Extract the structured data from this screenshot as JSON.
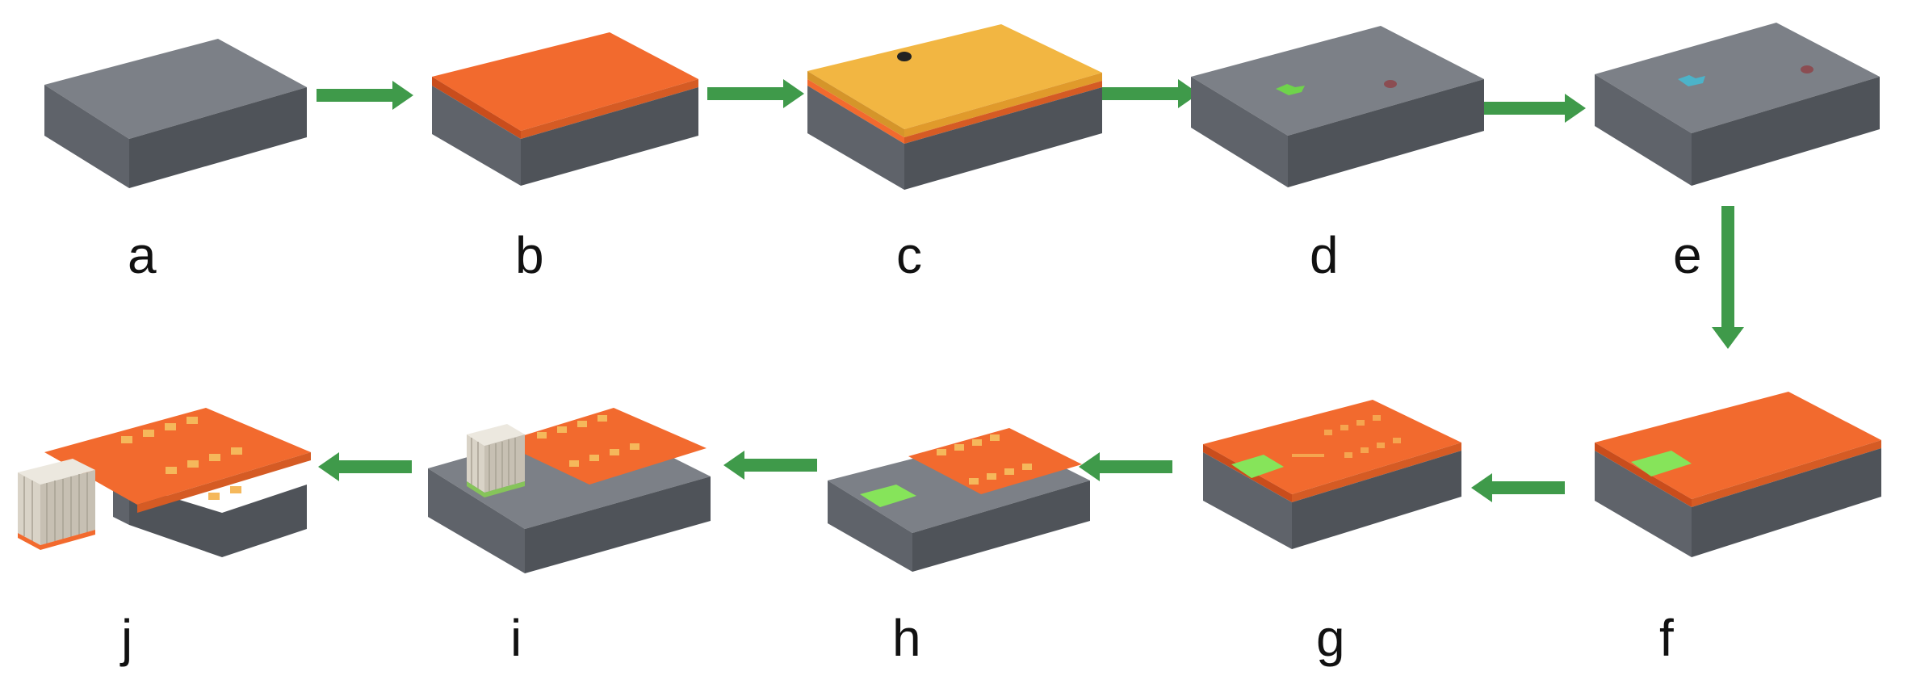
{
  "steps": [
    {
      "label": "a",
      "top": "substrate"
    },
    {
      "label": "b",
      "top": "orange-layer"
    },
    {
      "label": "c",
      "top": "yellow-layer-with-dot"
    },
    {
      "label": "d",
      "top": "substrate-green-mark"
    },
    {
      "label": "e",
      "top": "substrate-blue-mark"
    },
    {
      "label": "f",
      "top": "orange-with-green-pad"
    },
    {
      "label": "g",
      "top": "orange-with-pattern-and-green-pad"
    },
    {
      "label": "h",
      "top": "patterned-electrodes-with-green-pad"
    },
    {
      "label": "i",
      "top": "electrodes-with-nanowire-block"
    },
    {
      "label": "j",
      "top": "cut-chip-with-nanowire-block"
    }
  ],
  "colors": {
    "substrate_top": "#7c8087",
    "substrate_side": "#5f636a",
    "substrate_front": "#4f5359",
    "orange": "#f26a2e",
    "orange_side": "#c94d1c",
    "yellow": "#f2b642",
    "green_pad": "#86e45a",
    "pad_light": "#f5b85b",
    "arrow": "#3f9a4a",
    "nanowire": "#d9d3c7"
  },
  "arrow_icon": "right-arrow-icon"
}
